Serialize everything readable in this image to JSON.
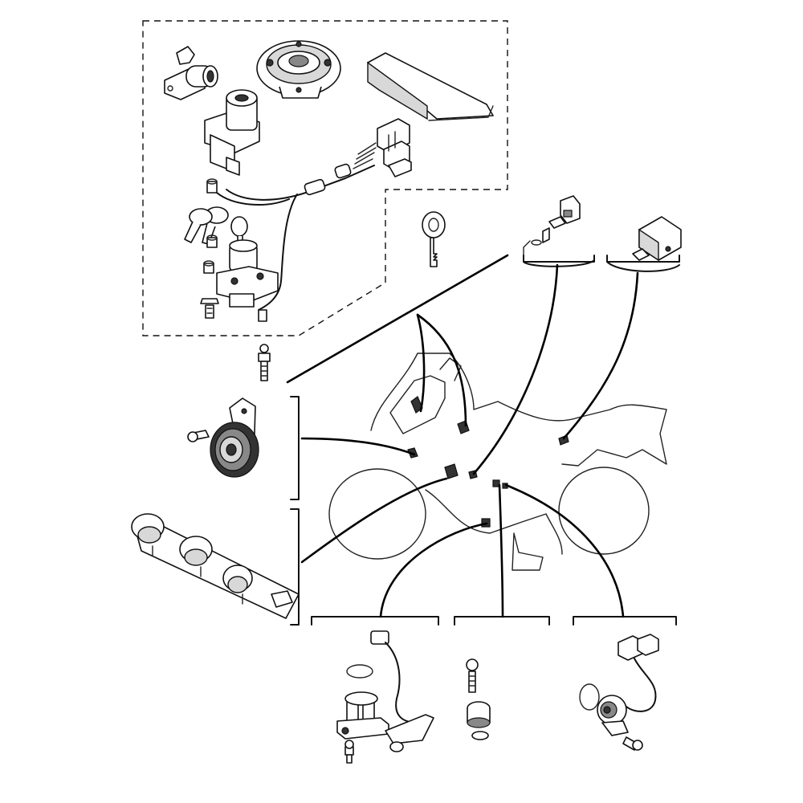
{
  "diagram": {
    "background": "#ffffff",
    "line_color": "#111111",
    "parts": [
      {
        "id": "seat-lock-cylinder",
        "icon": "lock-cylinder-icon"
      },
      {
        "id": "fuel-tank-cap",
        "icon": "fuel-cap-icon"
      },
      {
        "id": "seat-cover-plate",
        "icon": "cover-plate-icon"
      },
      {
        "id": "ignition-switch-assembly",
        "icon": "ignition-switch-icon"
      },
      {
        "id": "wiring-lead-connector",
        "icon": "connector-icon"
      },
      {
        "id": "key-set",
        "icon": "key-icon"
      },
      {
        "id": "blank-key",
        "icon": "key-icon"
      },
      {
        "id": "temperature-sensor",
        "icon": "sensor-icon"
      },
      {
        "id": "relay",
        "icon": "relay-icon"
      },
      {
        "id": "horn",
        "icon": "horn-icon"
      },
      {
        "id": "spark-plug-caps",
        "icon": "spark-plug-cap-icon"
      },
      {
        "id": "speed-sensor",
        "icon": "speed-sensor-icon"
      },
      {
        "id": "neutral-switch",
        "icon": "neutral-switch-icon"
      },
      {
        "id": "gear-position-switch",
        "icon": "gear-position-switch-icon"
      },
      {
        "id": "motorcycle-silhouette",
        "icon": "motorcycle-icon"
      }
    ]
  }
}
